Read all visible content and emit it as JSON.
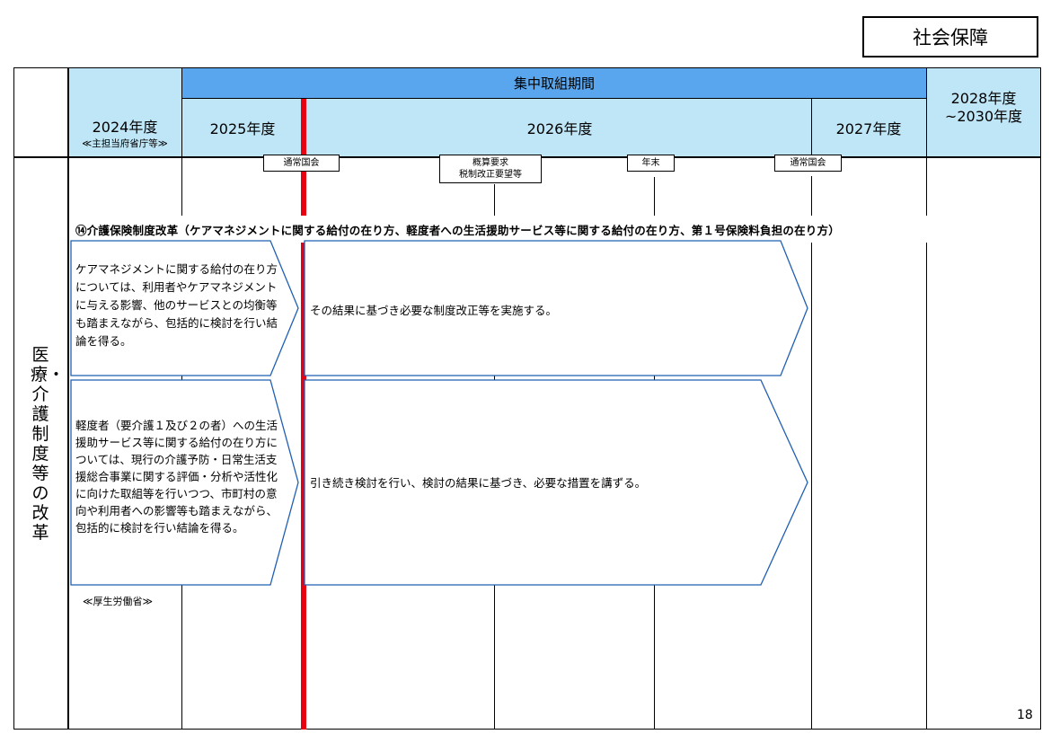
{
  "category_label": "社会保障",
  "left_header": "",
  "section_title_vertical": "医療・介護制度等の改革",
  "header": {
    "intensive_period": "集中取組期間",
    "fy2024": "2024年度",
    "fy2024_sub": "≪主担当府省庁等≫",
    "fy2025": "2025年度",
    "fy2026": "2026年度",
    "fy2027": "2027年度",
    "fy2028_line1": "2028年度",
    "fy2028_line2": "~2030年度"
  },
  "events": {
    "ordinary_diet_1": "通常国会",
    "budget_req_line1": "概算要求",
    "budget_req_line2": "税制改正要望等",
    "year_end": "年末",
    "ordinary_diet_2": "通常国会"
  },
  "item_title": "⑭介護保険制度改革（ケアマネジメントに関する給付の在り方、軽度者への生活援助サービス等に関する給付の在り方、第１号保険料負担の在り方）",
  "rows": [
    {
      "left_text": "ケアマネジメントに関する給付の在り方については、利用者やケアマネジメントに与える影響、他のサービスとの均衡等も踏まえながら、包括的に検討を行い結論を得る。",
      "right_text": "その結果に基づき必要な制度改正等を実施する。"
    },
    {
      "left_text": "軽度者（要介護１及び２の者）への生活援助サービス等に関する給付の在り方については、現行の介護予防・日常生活支援総合事業に関する評価・分析や活性化に向けた取組等を行いつつ、市町村の意向や利用者への影響等も踏まえながら、包括的に検討を行い結論を得る。",
      "right_text": "引き続き検討を行い、検討の結果に基づき、必要な措置を講ずる。"
    }
  ],
  "ministry": "≪厚生労働省≫",
  "page_number": "18",
  "colors": {
    "header_light": "#bfe6f7",
    "header_dark": "#5aa6ee",
    "marker_red": "#e60012",
    "arrow_border": "#1f5fb4"
  }
}
